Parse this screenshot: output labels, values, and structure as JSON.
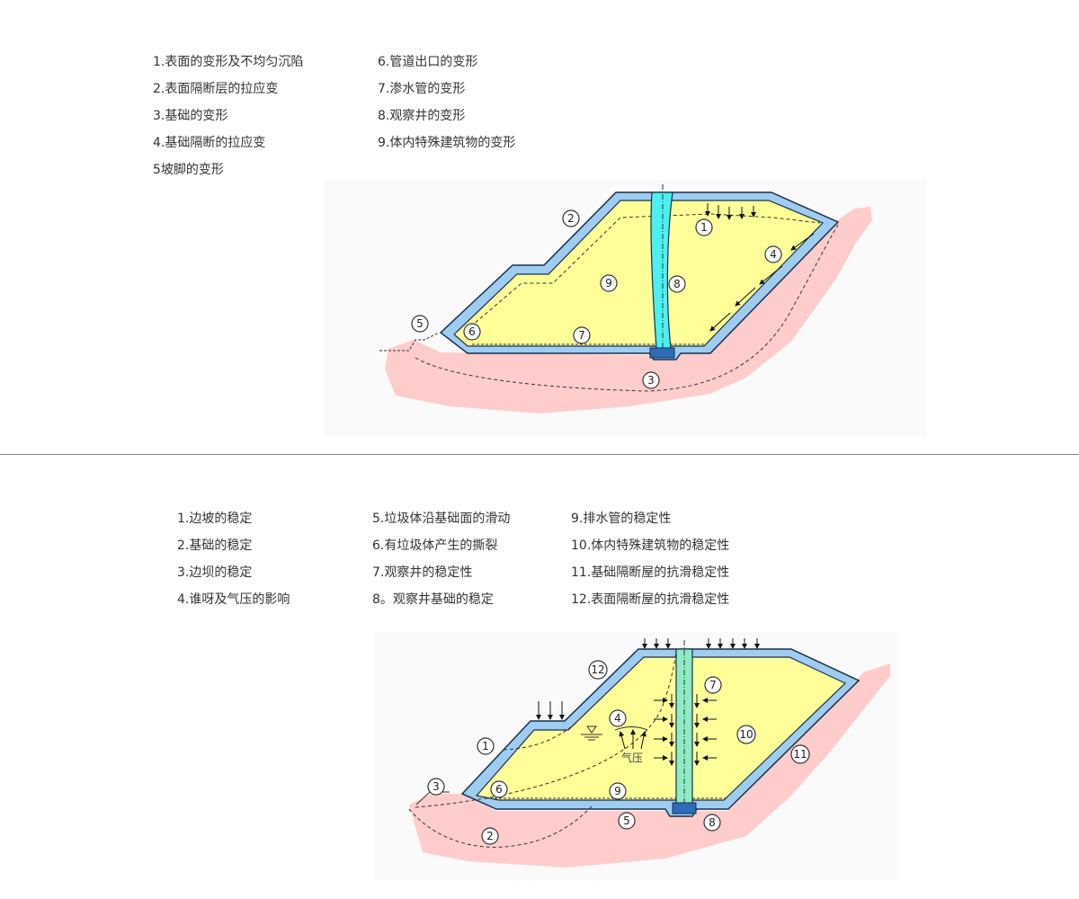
{
  "section1": {
    "legend_col1": [
      "1.表面的变形及不均匀沉陷",
      "2.表面隔断层的拉应变",
      "3.基础的变形",
      "4.基础隔断的拉应变",
      "5坡脚的变形"
    ],
    "legend_col2": [
      "6.管道出口的变形",
      "7.渗水管的变形",
      "8.观察井的变形",
      "9.体内特殊建筑物的变形"
    ],
    "markers": [
      "1",
      "2",
      "3",
      "4",
      "5",
      "6",
      "7",
      "8",
      "9"
    ]
  },
  "section2": {
    "legend_col1": [
      "1.边坡的稳定",
      "2.基础的稳定",
      "3.边坝的稳定",
      "4.谁呀及气压的影响"
    ],
    "legend_col2": [
      "5.垃圾体沿基础面的滑动",
      "6.有垃圾体产生的撕裂",
      "7.观察井的稳定性",
      "8。观察井基础的稳定"
    ],
    "legend_col3": [
      "9.排水管的稳定性",
      "10.体内特殊建筑物的稳定性",
      "11.基础隔断屋的抗滑稳定性",
      "12.表面隔断屋的抗滑稳定性"
    ],
    "air_pressure_label": "气压",
    "markers": [
      "1",
      "2",
      "3",
      "4",
      "5",
      "6",
      "7",
      "8",
      "9",
      "10",
      "11",
      "12"
    ]
  },
  "colors": {
    "liner": "#9fcdf2",
    "fill": "#ffff99",
    "ground": "#ffcccc",
    "pipe1": "#4cf0f0",
    "pipe2": "#8eebc4",
    "block": "#2f6bb8"
  }
}
